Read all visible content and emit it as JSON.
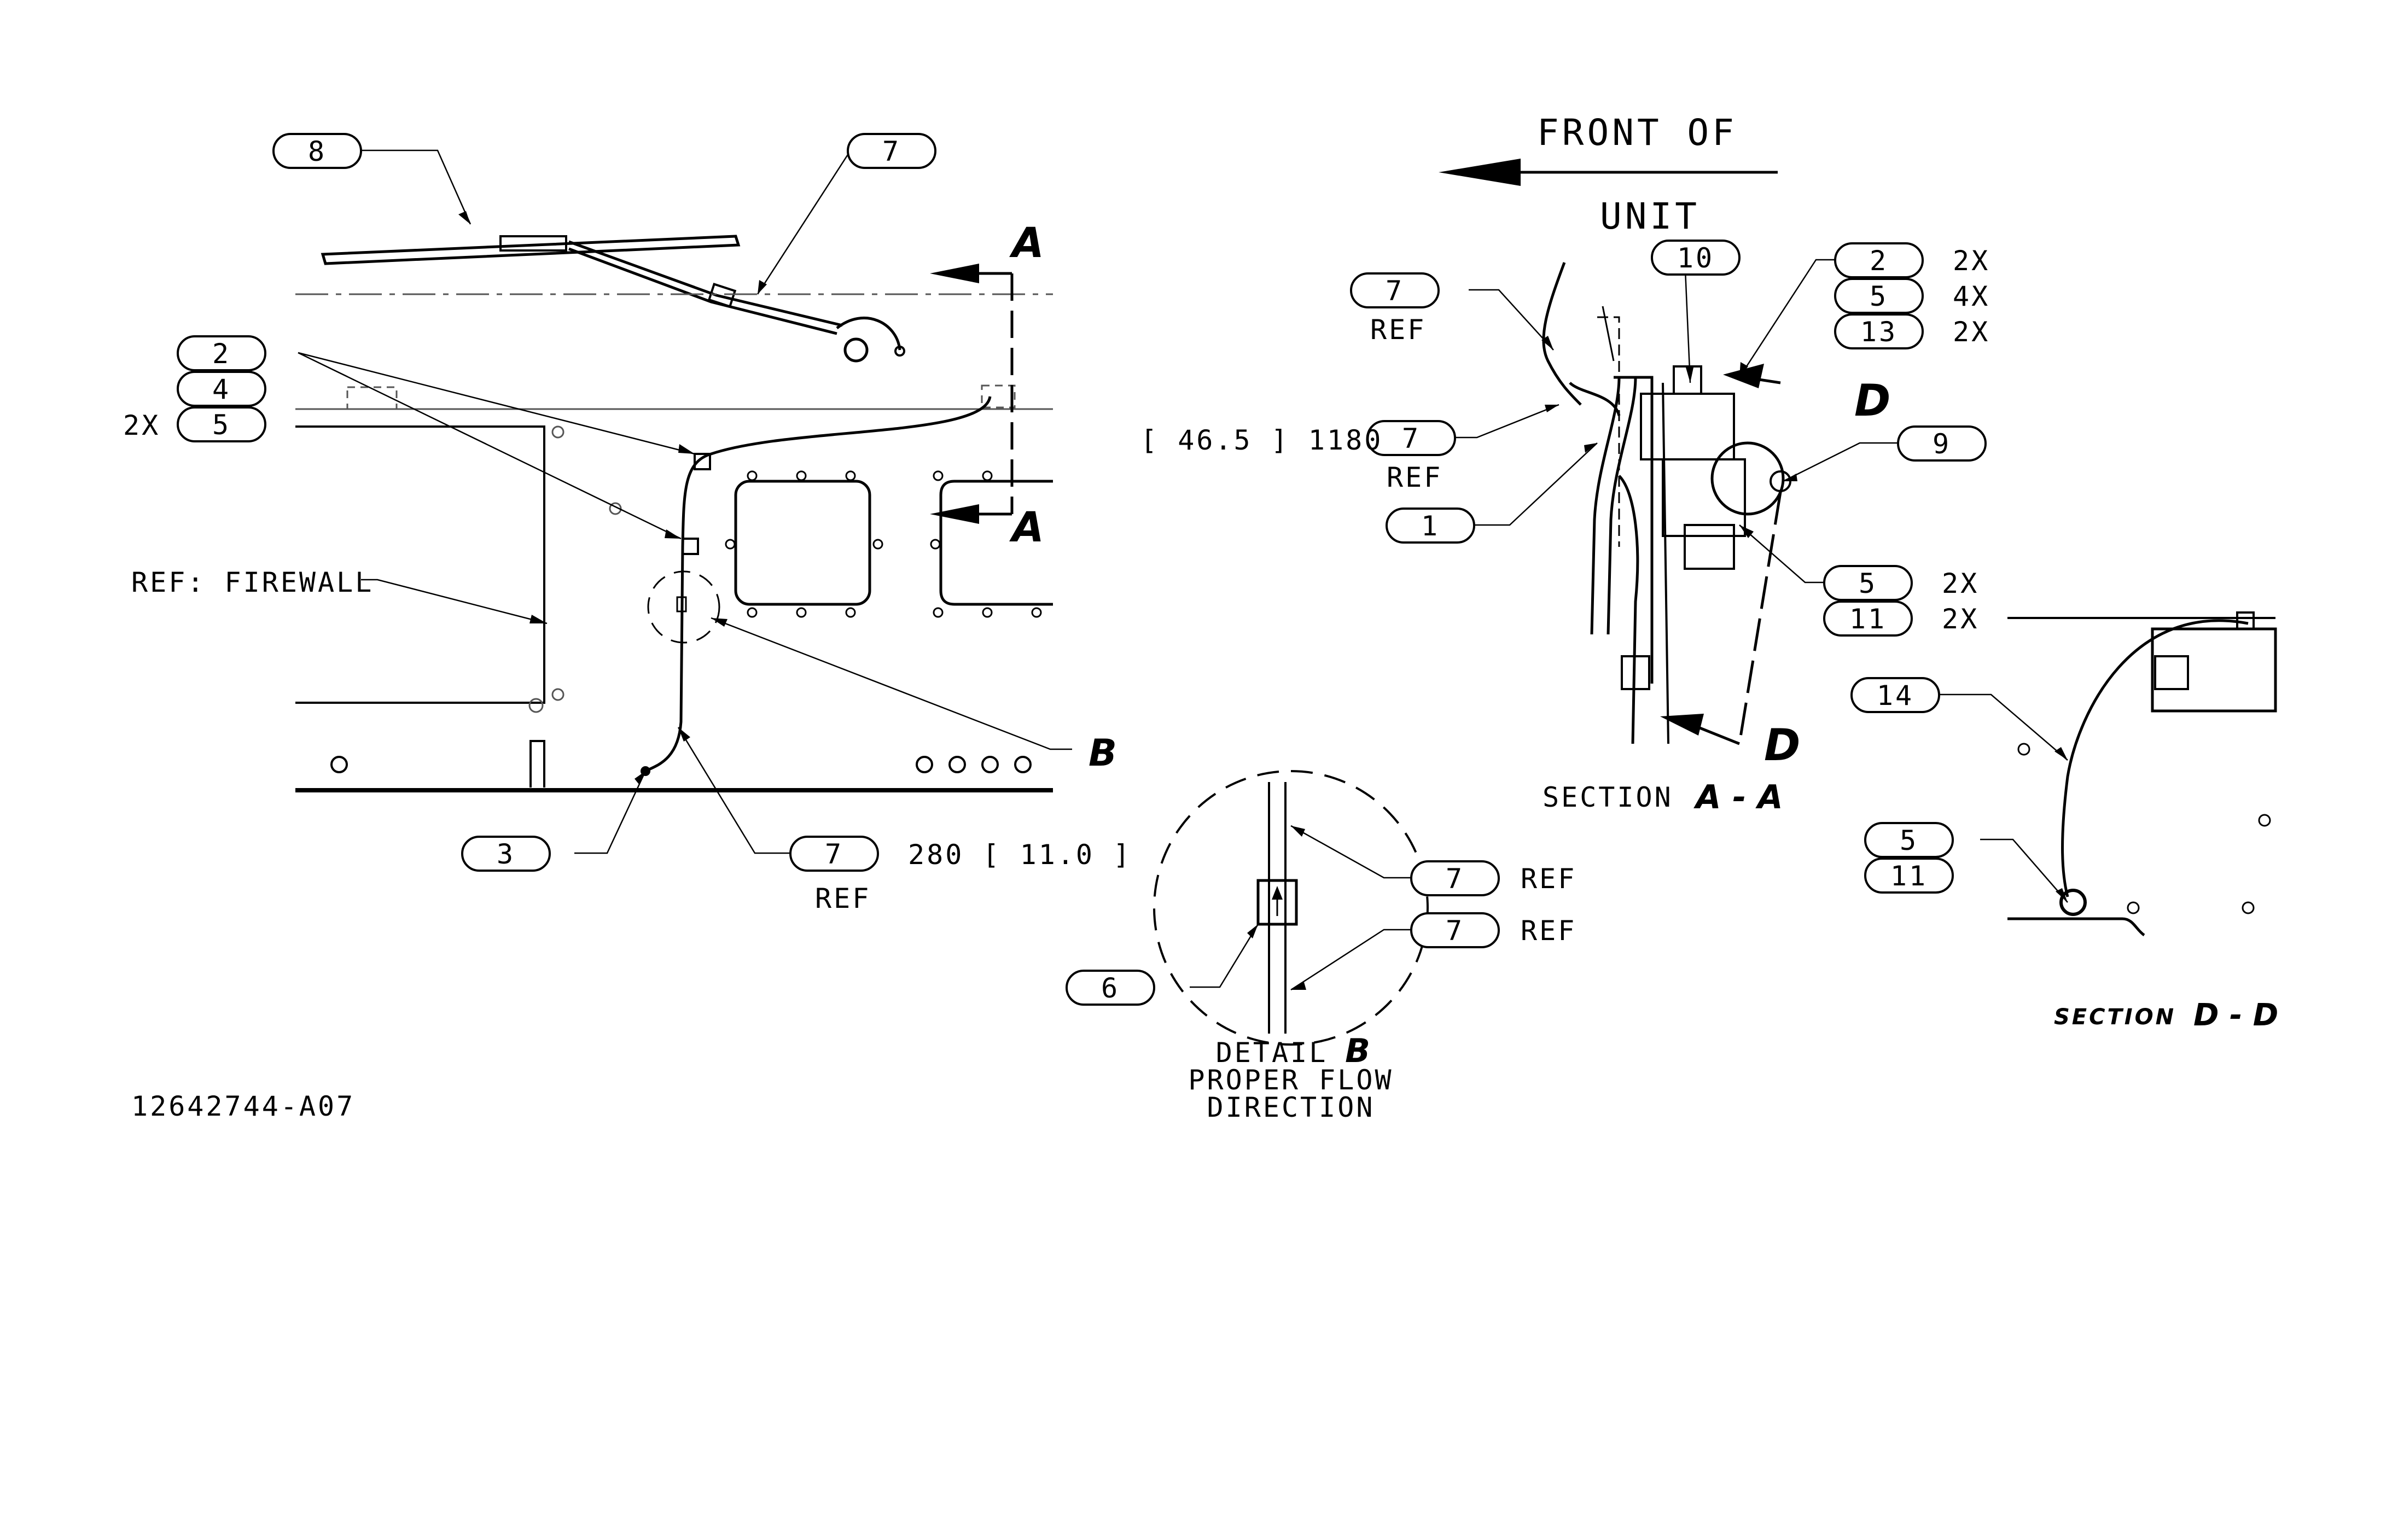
{
  "drawing_number": "12642744-A07",
  "header": {
    "line1": "FRONT OF",
    "line2": "UNIT"
  },
  "ref_firewall": "REF: FIREWALL",
  "section_aa": {
    "prefix": "SECTION",
    "letters": "A - A"
  },
  "section_dd": {
    "prefix": "SECTION",
    "letters": "D - D"
  },
  "section_markers": {
    "a": "A",
    "d": "D",
    "b": "B"
  },
  "detail_b": {
    "line1": "DETAIL",
    "letter": "B",
    "line2": "PROPER FLOW",
    "line3": "DIRECTION"
  },
  "balloons": {
    "main_8": "8",
    "main_7": "7",
    "main_2": "2",
    "main_4": "4",
    "main_5": "5",
    "main_5_qty": "2X",
    "main_3": "3",
    "main_7b": "7",
    "main_7b_note": "280 [ 11.0 ]",
    "main_7b_ref": "REF",
    "sa_7a": "7",
    "sa_7a_ref": "REF",
    "sa_7b": "7",
    "sa_7b_ref": "REF",
    "sa_7b_dim": "[ 46.5 ] 1180",
    "sa_1": "1",
    "sa_10": "10",
    "sa_2": "2",
    "sa_2_qty": "2X",
    "sa_5": "5",
    "sa_5_qty": "4X",
    "sa_13": "13",
    "sa_13_qty": "2X",
    "sa_9": "9",
    "sa_5b": "5",
    "sa_5b_qty": "2X",
    "sa_11": "11",
    "sa_11_qty": "2X",
    "db_7a": "7",
    "db_7a_ref": "REF",
    "db_7b": "7",
    "db_7b_ref": "REF",
    "db_6": "6",
    "sd_14": "14",
    "sd_5": "5",
    "sd_11": "11"
  }
}
